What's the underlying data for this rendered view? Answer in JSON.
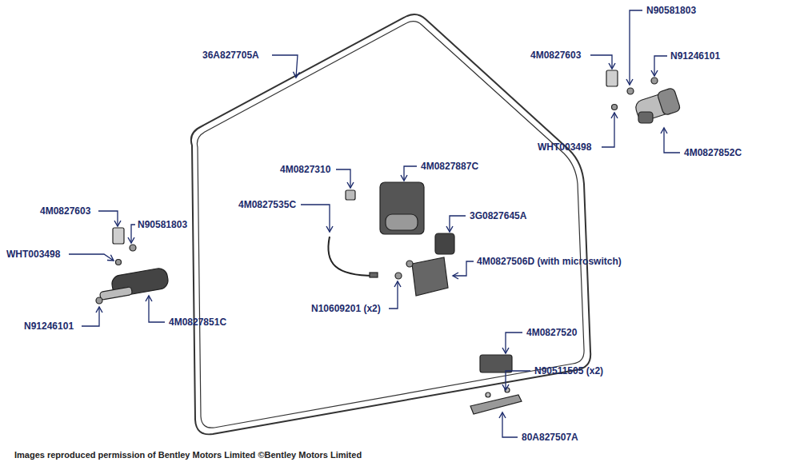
{
  "diagram": {
    "caption": "Images reproduced permission of Bentley Motors Limited ©Bentley Motors Limited",
    "labels": [
      "36A827705A",
      "4M0827603",
      "N90581803",
      "N91246101",
      "WHT003498",
      "4M0827852C",
      "4M0827310",
      "4M0827887C",
      "4M0827535C",
      "3G0827645A",
      "4M0827603",
      "N90581803",
      "WHT003498",
      "4M0827506D (with microswitch)",
      "N10609201 (x2)",
      "N91246101",
      "4M0827851C",
      "4M0827520",
      "N90511505 (x2)",
      "80A827507A"
    ]
  }
}
